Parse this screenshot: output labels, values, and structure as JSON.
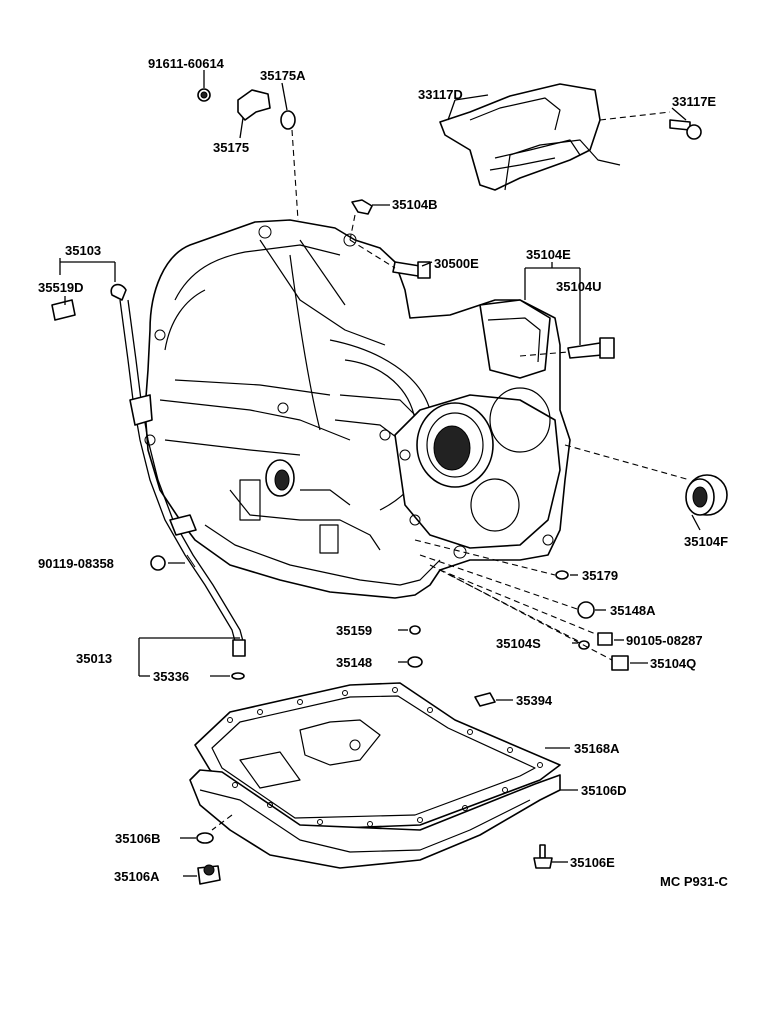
{
  "labels": {
    "p91611": "91611-60614",
    "p35175A": "35175A",
    "p35175": "35175",
    "p33117D": "33117D",
    "p33117E": "33117E",
    "p35104B": "35104B",
    "p30500E": "30500E",
    "p35103": "35103",
    "p35519D": "35519D",
    "p35104E": "35104E",
    "p35104U": "35104U",
    "p35104F": "35104F",
    "p90119": "90119-08358",
    "p35179": "35179",
    "p35148A": "35148A",
    "p35159": "35159",
    "p35104S": "35104S",
    "p90105": "90105-08287",
    "p35104Q": "35104Q",
    "p35013": "35013",
    "p35148": "35148",
    "p35336": "35336",
    "p35394": "35394",
    "p35168A": "35168A",
    "p35106D": "35106D",
    "p35106B": "35106B",
    "p35106E": "35106E",
    "p35106A": "35106A",
    "figure_code": "MC  P931-C"
  }
}
